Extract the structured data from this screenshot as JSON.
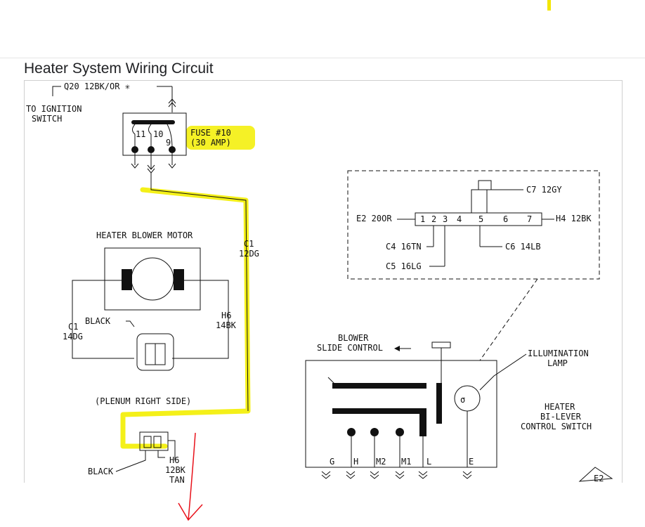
{
  "page": {
    "title": "Heater System Wiring Circuit"
  },
  "diagram": {
    "ignition": {
      "wire_label": "Q20 12BK/OR ✳",
      "source_line1": "TO IGNITION",
      "source_line2": "SWITCH"
    },
    "fuse_block": {
      "pins": [
        "11",
        "10",
        "9"
      ],
      "fuse_label_line1": "FUSE #10",
      "fuse_label_line2": "(30 AMP)"
    },
    "main_feed": {
      "wire_line1": "C1",
      "wire_line2": "12DG"
    },
    "blower_motor": {
      "title": "HEATER BLOWER MOTOR",
      "left_wire_line1": "C1",
      "left_wire_line2": "14DG",
      "connector_color": "BLACK",
      "right_wire_line1": "H6",
      "right_wire_line2": "14BK"
    },
    "plenum": {
      "label": "(PLENUM RIGHT SIDE)",
      "connector_color": "BLACK",
      "wire_line1": "H6",
      "wire_line2": "12BK",
      "wire_line3": "TAN"
    },
    "connector_detail": {
      "pins": [
        "1",
        "2",
        "3",
        "4",
        "5",
        "6",
        "7"
      ],
      "wire_e2": "E2 20OR",
      "wire_c7": "C7 12GY",
      "wire_h4": "H4 12BK",
      "wire_c4": "C4 16TN",
      "wire_c6": "C6 14LB",
      "wire_c5": "C5 16LG"
    },
    "control_switch": {
      "blower_line1": "BLOWER",
      "blower_line2": "SLIDE CONTROL",
      "lamp_line1": "ILLUMINATION",
      "lamp_line2": "LAMP",
      "switch_line1": "HEATER",
      "switch_line2": "BI-LEVER",
      "switch_line3": "CONTROL SWITCH",
      "terminals": [
        "G",
        "H",
        "M2",
        "M1",
        "L",
        "E"
      ],
      "corner_label": "E2"
    }
  },
  "colors": {
    "highlight": "#f3ee00",
    "ink": "#111111",
    "annotation": "#e8111a"
  }
}
